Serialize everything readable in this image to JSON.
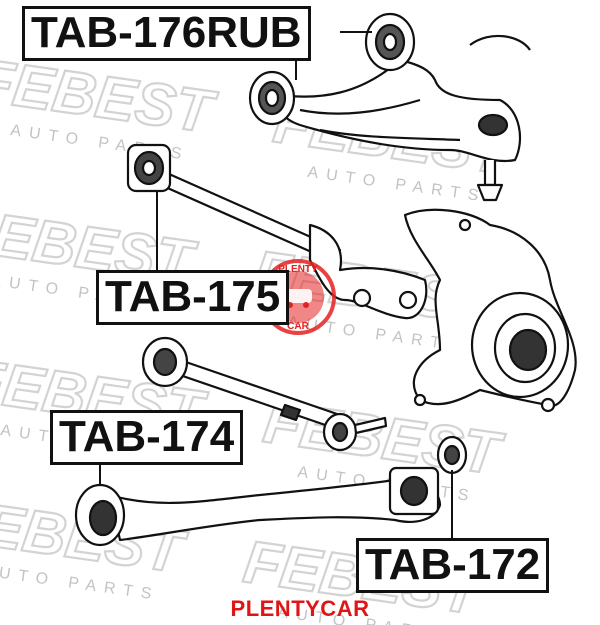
{
  "labels": {
    "tab_176rub": "TAB-176RUB",
    "tab_175": "TAB-175",
    "tab_174": "TAB-174",
    "tab_172": "TAB-172"
  },
  "watermark": {
    "brand": "FEBEST",
    "sub": "AUTO PARTS"
  },
  "stamp": {
    "text_top": "PLENTY",
    "text_bottom": "CAR",
    "color": "#e32222"
  },
  "footer": {
    "brand": "PLENTYCAR",
    "color": "#e01616"
  }
}
